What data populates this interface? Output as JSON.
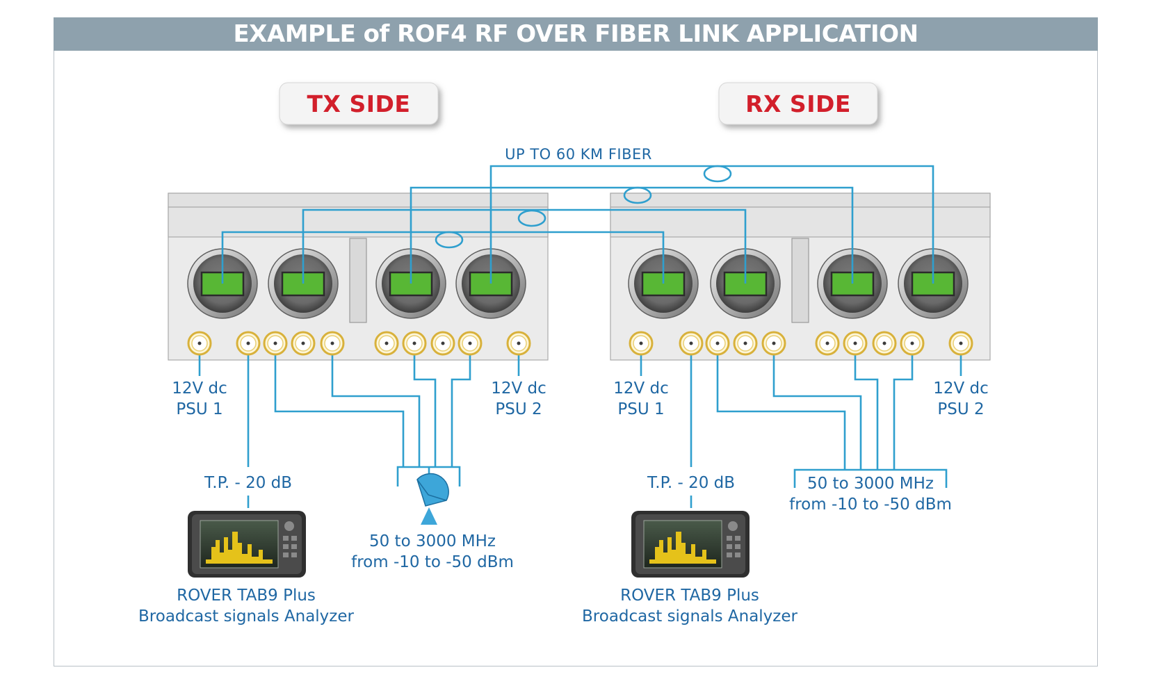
{
  "title": "EXAMPLE of ROF4 RF OVER FIBER LINK APPLICATION",
  "tx_side": {
    "label": "TX SIDE",
    "psu1": [
      "12V dc",
      "PSU 1"
    ],
    "psu2": [
      "12V dc",
      "PSU 2"
    ],
    "test_point": "T.P. - 20 dB",
    "analyzer": [
      "ROVER TAB9 Plus",
      "Broadcast signals Analyzer"
    ],
    "input": [
      "50 to 3000 MHz",
      "from -10 to -50 dBm"
    ]
  },
  "rx_side": {
    "label": "RX SIDE",
    "psu1": [
      "12V dc",
      "PSU 1"
    ],
    "psu2": [
      "12V dc",
      "PSU 2"
    ],
    "test_point": "T.P. - 20 dB",
    "analyzer": [
      "ROVER TAB9 Plus",
      "Broadcast signals Analyzer"
    ],
    "output": [
      "50 to 3000 MHz",
      "from -10 to -50 dBm"
    ]
  },
  "fiber_label": "UP TO 60 KM FIBER",
  "colors": {
    "banner": "#8ea1ad",
    "side_label": "#d21f2b",
    "wire": "#2f9fce",
    "text": "#1f67a3",
    "module_display": "#58b735",
    "connector": "#d8b13b"
  },
  "icons": [
    "satellite-dish-icon",
    "spectrum-analyzer-icon"
  ]
}
